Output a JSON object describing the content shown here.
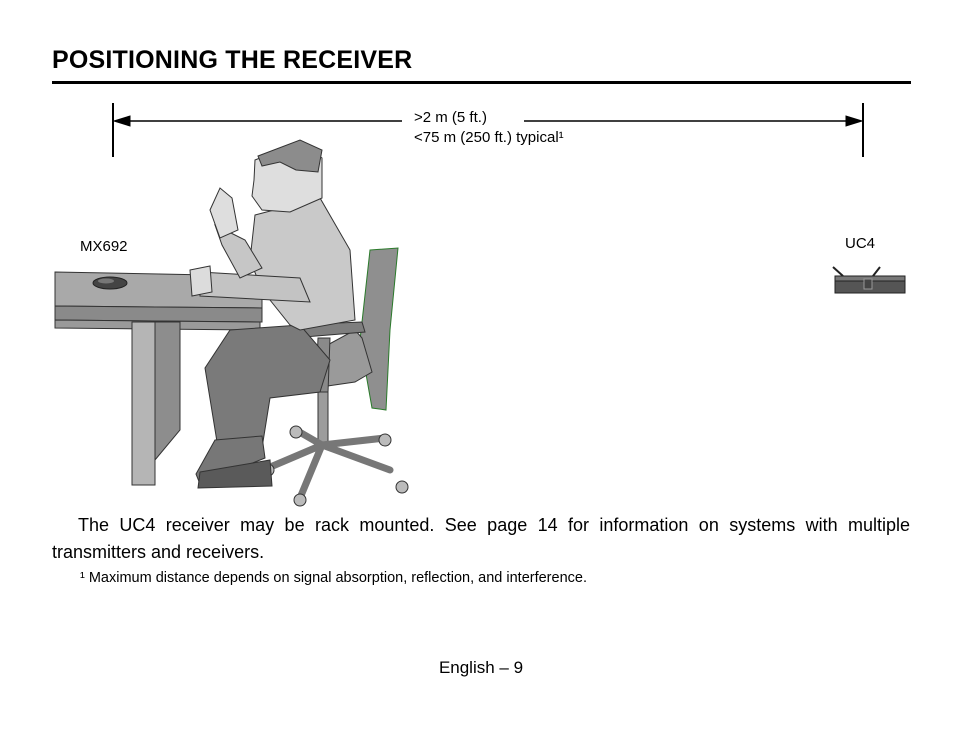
{
  "header": {
    "title": "POSITIONING THE RECEIVER"
  },
  "figure": {
    "distance_min": ">2 m (5 ft.)",
    "distance_typical": "<75 m (250 ft.) typical¹",
    "transmitter_label": "MX692",
    "receiver_label": "UC4"
  },
  "body": {
    "paragraph": "The UC4 receiver may be rack mounted. See page 14 for information on systems with multiple transmitters and receivers.",
    "footnote": "¹ Maximum distance depends on signal absorption, reflection, and interference."
  },
  "footer": {
    "page_label": "English – 9"
  }
}
